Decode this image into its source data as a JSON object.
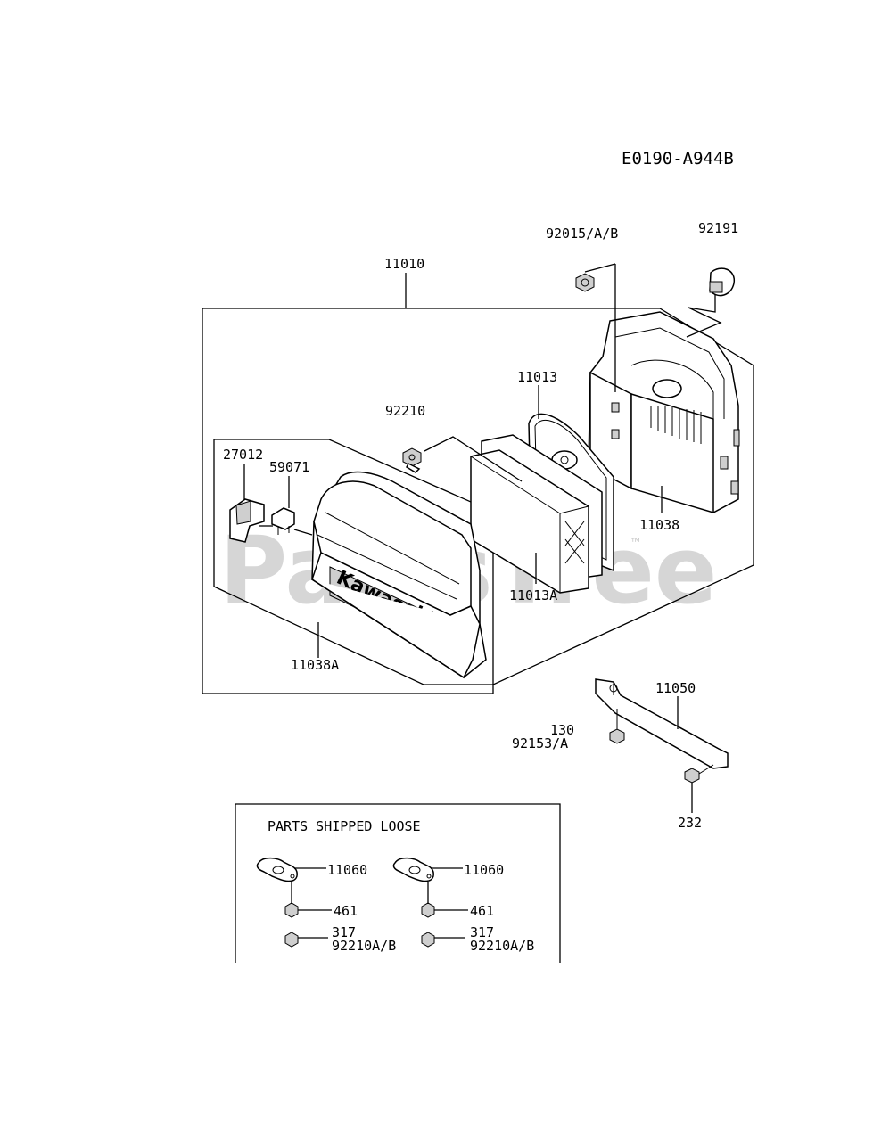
{
  "diagram_code": "E0190-A944B",
  "watermark": "PartsTree",
  "watermark_tm": "™",
  "brand_on_cover": "Kawasaki",
  "labels": {
    "p92015": "92015/A/B",
    "p92191": "92191",
    "p11010": "11010",
    "p11013": "11013",
    "p92210": "92210",
    "p27012": "27012",
    "p59071": "59071",
    "p11038": "11038",
    "p11013A": "11013A",
    "p11038A": "11038A",
    "p11050": "11050",
    "p130": "130",
    "p92153": "92153/A",
    "p232": "232"
  },
  "loose_box": {
    "title": "PARTS SHIPPED LOOSE",
    "left": {
      "gasket": "11060",
      "nut": "461",
      "n1": "317",
      "n2": "92210A/B"
    },
    "right": {
      "gasket": "11060",
      "nut": "461",
      "n1": "317",
      "n2": "92210A/B"
    }
  }
}
